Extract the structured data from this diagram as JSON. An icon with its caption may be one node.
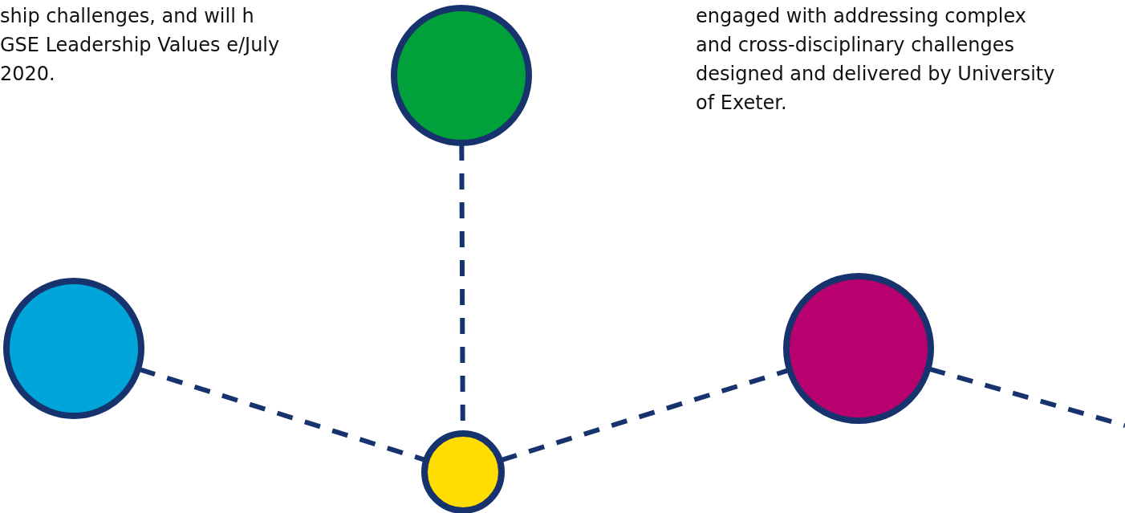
{
  "diagram": {
    "nodes": [
      {
        "text": [],
        "shape": "circle"
      },
      {
        "text": [],
        "shape": "circle"
      },
      {
        "text": [],
        "shape": "circle"
      },
      {
        "text": [],
        "shape": "circle"
      }
    ],
    "edges": [
      {
        "from": 0,
        "to": 2,
        "arrow": "none",
        "style": "dashed"
      },
      {
        "from": 1,
        "to": 2,
        "arrow": "none",
        "style": "dashed"
      },
      {
        "from": 2,
        "to": 3,
        "arrow": "none",
        "style": "dashed"
      },
      {
        "from": 3,
        "to": null,
        "arrow": "none",
        "style": "dashed"
      }
    ],
    "labels": [
      "ship challenges, and will h GSE Leadership Values e/July 2020.",
      "engaged with addressing complex and cross-disciplinary challenges designed and delivered by University of Exeter."
    ]
  }
}
